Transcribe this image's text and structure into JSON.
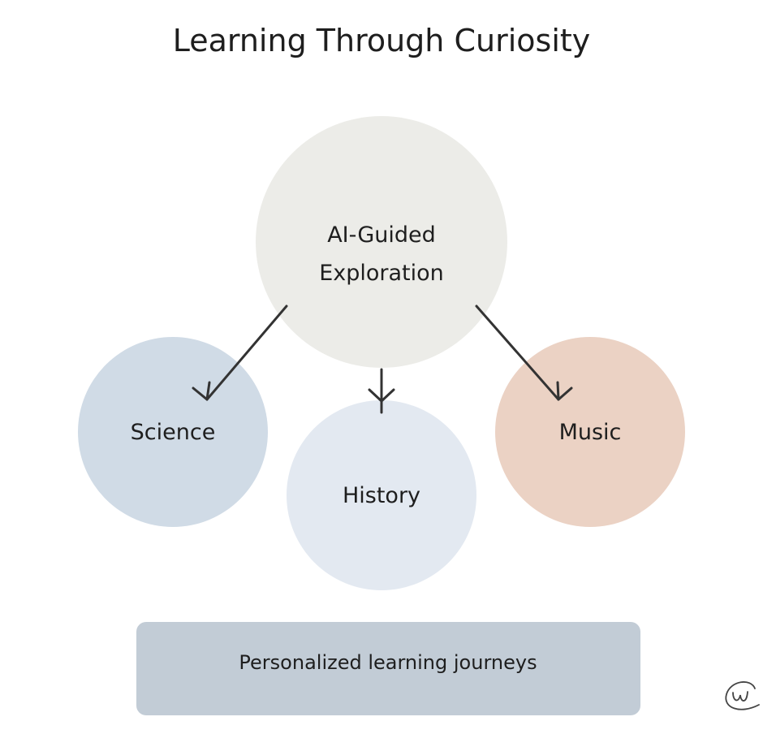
{
  "title": "Learning Through Curiosity",
  "center": {
    "line1": "AI-Guided",
    "line2": "Exploration",
    "color": "#ecece8"
  },
  "topics": [
    {
      "label": "Science",
      "color": "#d0dbe6"
    },
    {
      "label": "History",
      "color": "#e3e9f1"
    },
    {
      "label": "Music",
      "color": "#ebd2c4"
    }
  ],
  "footer": {
    "label": "Personalized learning journeys",
    "color": "#c2ccd6"
  },
  "logo": "w"
}
